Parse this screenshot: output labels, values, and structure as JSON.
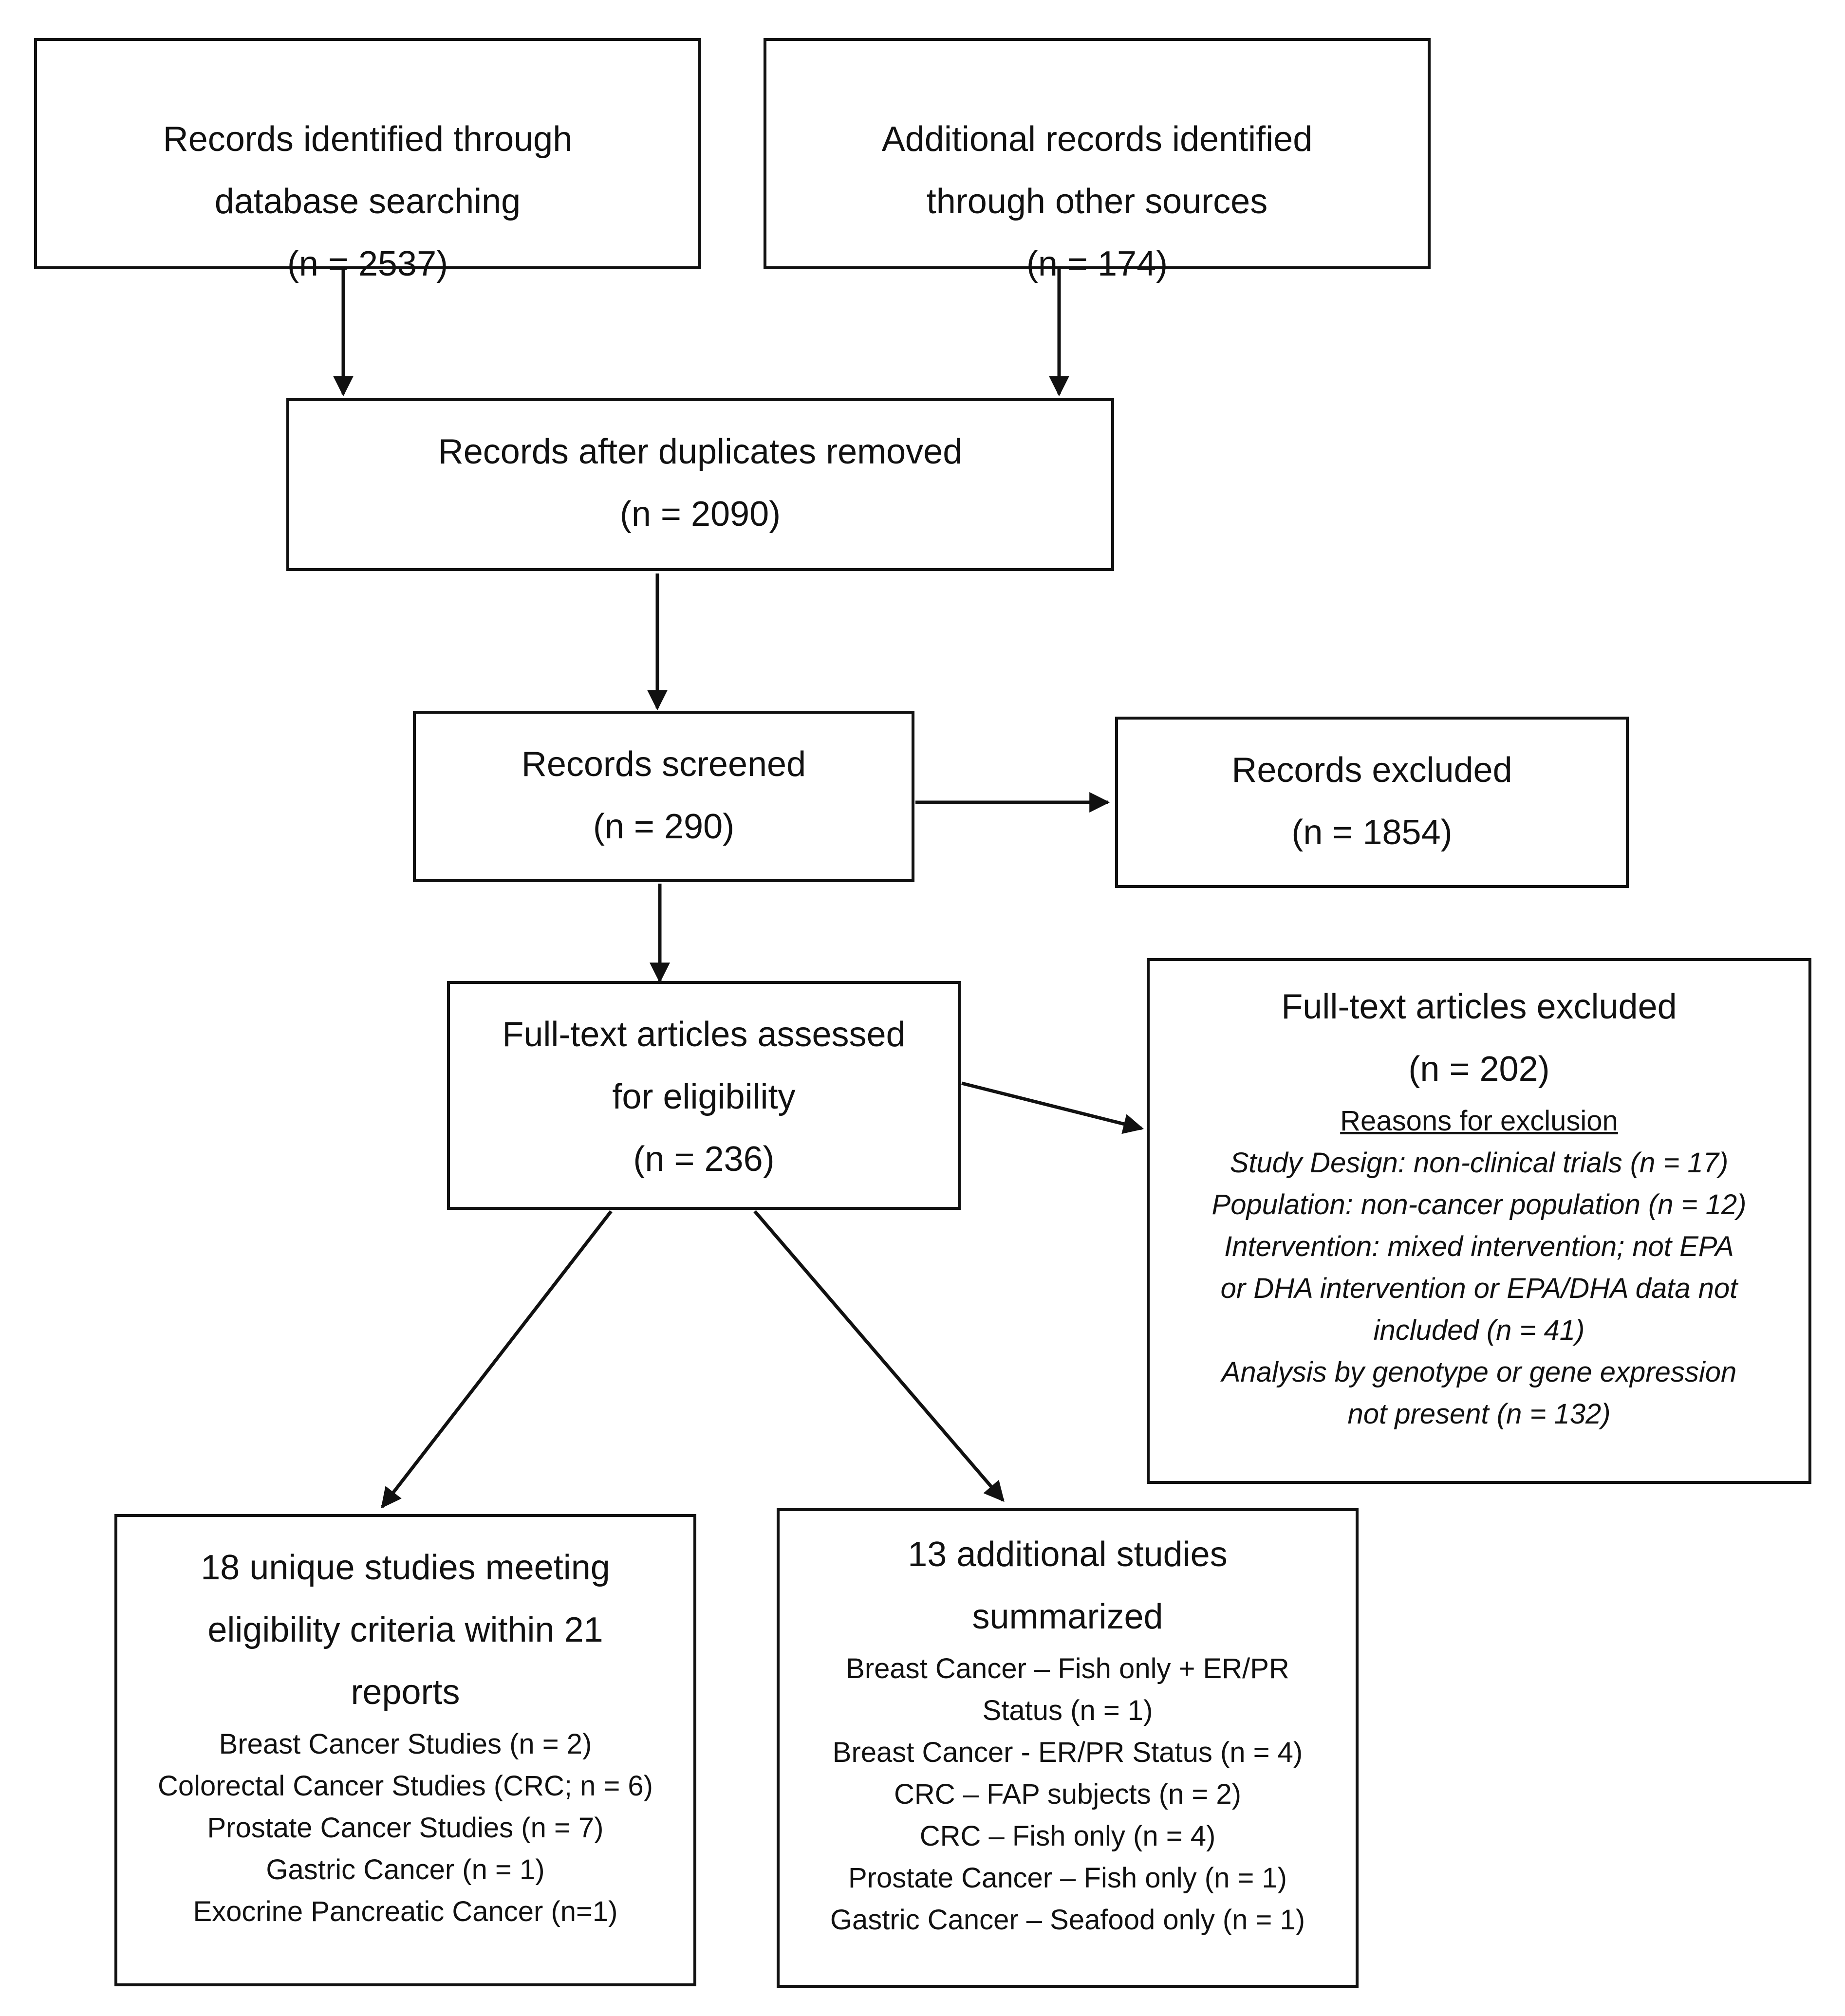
{
  "diagram": {
    "records_identified": {
      "title": [
        "Records identified through",
        "database searching"
      ],
      "count": "(n = 2537)"
    },
    "additional_records": {
      "title": [
        "Additional records identified",
        "through other sources"
      ],
      "count": "(n = 174)"
    },
    "duplicates_removed": {
      "title": "Records after duplicates removed",
      "count": "(n = 2090)"
    },
    "screened": {
      "title": "Records screened",
      "count": "(n = 290)"
    },
    "excluded": {
      "title": "Records excluded",
      "count": "(n = 1854)"
    },
    "full_text_assessed": {
      "title": [
        "Full-text articles assessed",
        "for eligibility"
      ],
      "count": "(n = 236)"
    },
    "full_text_excluded": {
      "title": "Full-text articles excluded",
      "count": "(n = 202)",
      "reasons_heading": "Reasons for exclusion",
      "reasons": [
        "Study Design: non-clinical trials (n = 17)",
        "Population: non-cancer population (n = 12)",
        "Intervention: mixed intervention; not EPA",
        "or DHA intervention or EPA/DHA data not",
        "included (n = 41)",
        "Analysis by genotype or gene expression",
        "not present (n = 132)"
      ]
    },
    "unique_studies": {
      "title": [
        "18 unique studies meeting",
        "eligibility criteria within 21",
        "reports"
      ],
      "items": [
        "Breast Cancer Studies (n = 2)",
        "Colorectal Cancer Studies (CRC; n = 6)",
        "Prostate Cancer Studies (n = 7)",
        "Gastric Cancer (n = 1)",
        "Exocrine Pancreatic Cancer (n=1)"
      ]
    },
    "additional_studies": {
      "title": [
        "13 additional studies",
        "summarized"
      ],
      "items": [
        "Breast Cancer – Fish only + ER/PR",
        "Status (n = 1)",
        "Breast Cancer - ER/PR Status (n = 4)",
        "CRC – FAP subjects (n = 2)",
        "CRC – Fish only (n = 4)",
        "Prostate Cancer – Fish only (n = 1)",
        "Gastric Cancer – Seafood only (n = 1)"
      ]
    }
  }
}
